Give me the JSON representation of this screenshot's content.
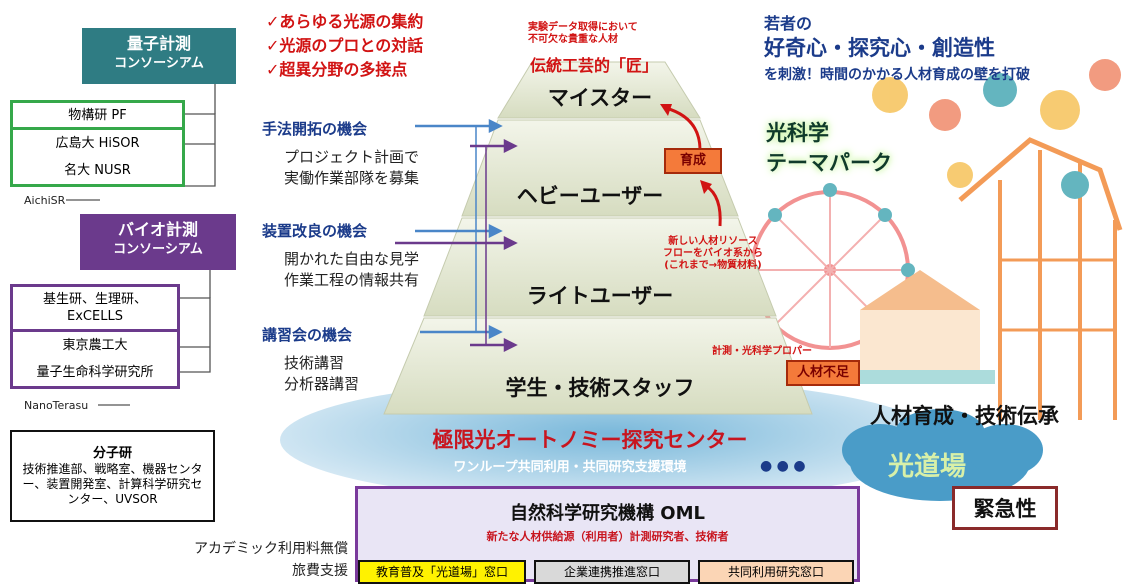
{
  "consortium_quantum": {
    "title_line1": "量子計測",
    "title_line2": "コンソーシアム",
    "members": [
      "物構研 PF",
      "広島大 HiSOR",
      "名大 NUSR"
    ],
    "extra": "AichiSR"
  },
  "consortium_bio": {
    "title_line1": "バイオ計測",
    "title_line2": "コンソーシアム",
    "members": [
      "基生研、生理研、\nExCELLS",
      "東京農工大",
      "量子生命科学研究所"
    ],
    "extra": "NanoTerasu"
  },
  "ims": {
    "title": "分子研",
    "body": "技術推進部、戦略室、機器センター、装置開発室、計算科学研究センター、UVSOR"
  },
  "checklist": [
    "✓あらゆる光源の集約",
    "✓光源のプロとの対話",
    "✓超異分野の多接点"
  ],
  "opportunities": [
    {
      "head": "手法開拓の機会",
      "body": [
        "プロジェクト計画で",
        "実働作業部隊を募集"
      ]
    },
    {
      "head": "装置改良の機会",
      "body": [
        "開かれた自由な見学",
        "作業工程の情報共有"
      ]
    },
    {
      "head": "講習会の機会",
      "body": [
        "技術講習",
        "分析器講習"
      ]
    }
  ],
  "pyramid": {
    "apex_note": "実験データ取得において\n不可欠な貴重な人材",
    "apex_title": "伝統工芸的「匠」",
    "tiers": [
      "マイスター",
      "ヘビーユーザー",
      "ライトユーザー",
      "学生・技術スタッフ"
    ],
    "growth_tag": "育成",
    "new_flow_note": "新しい人材リソース\nフローをバイオ系から\n(これまで→物質材料)",
    "shortage_note": "計測・光科学プロパー",
    "shortage_tag": "人材不足"
  },
  "right": {
    "youth_line1": "若者の",
    "youth_line2": "好奇心・探究心・創造性",
    "youth_line3": "を刺激！時間のかかる人材育成の壁を打破",
    "park_line1": "光科学",
    "park_line2": "テーマパーク",
    "tech_transfer": "人材育成・技術伝承",
    "dojo": "光道場",
    "urgency": "緊急性"
  },
  "center": {
    "title": "極限光オートノミー探究センター",
    "subtitle": "ワンループ共同利用・共同研究支援環境",
    "dots": "● ● ●"
  },
  "oml": {
    "title": "自然科学研究機構 OML",
    "subtitle": "新たな人材供給源（利用者）計測研究者、技術者",
    "windows": [
      "教育普及「光道場」窓口",
      "企業連携推進窓口",
      "共同利用研究窓口"
    ],
    "window_colors": [
      "#fff200",
      "#d9d9d9",
      "#fbd5b5"
    ]
  },
  "footer": {
    "line1": "アカデミック利用料無償",
    "line2": "旅費支援"
  }
}
